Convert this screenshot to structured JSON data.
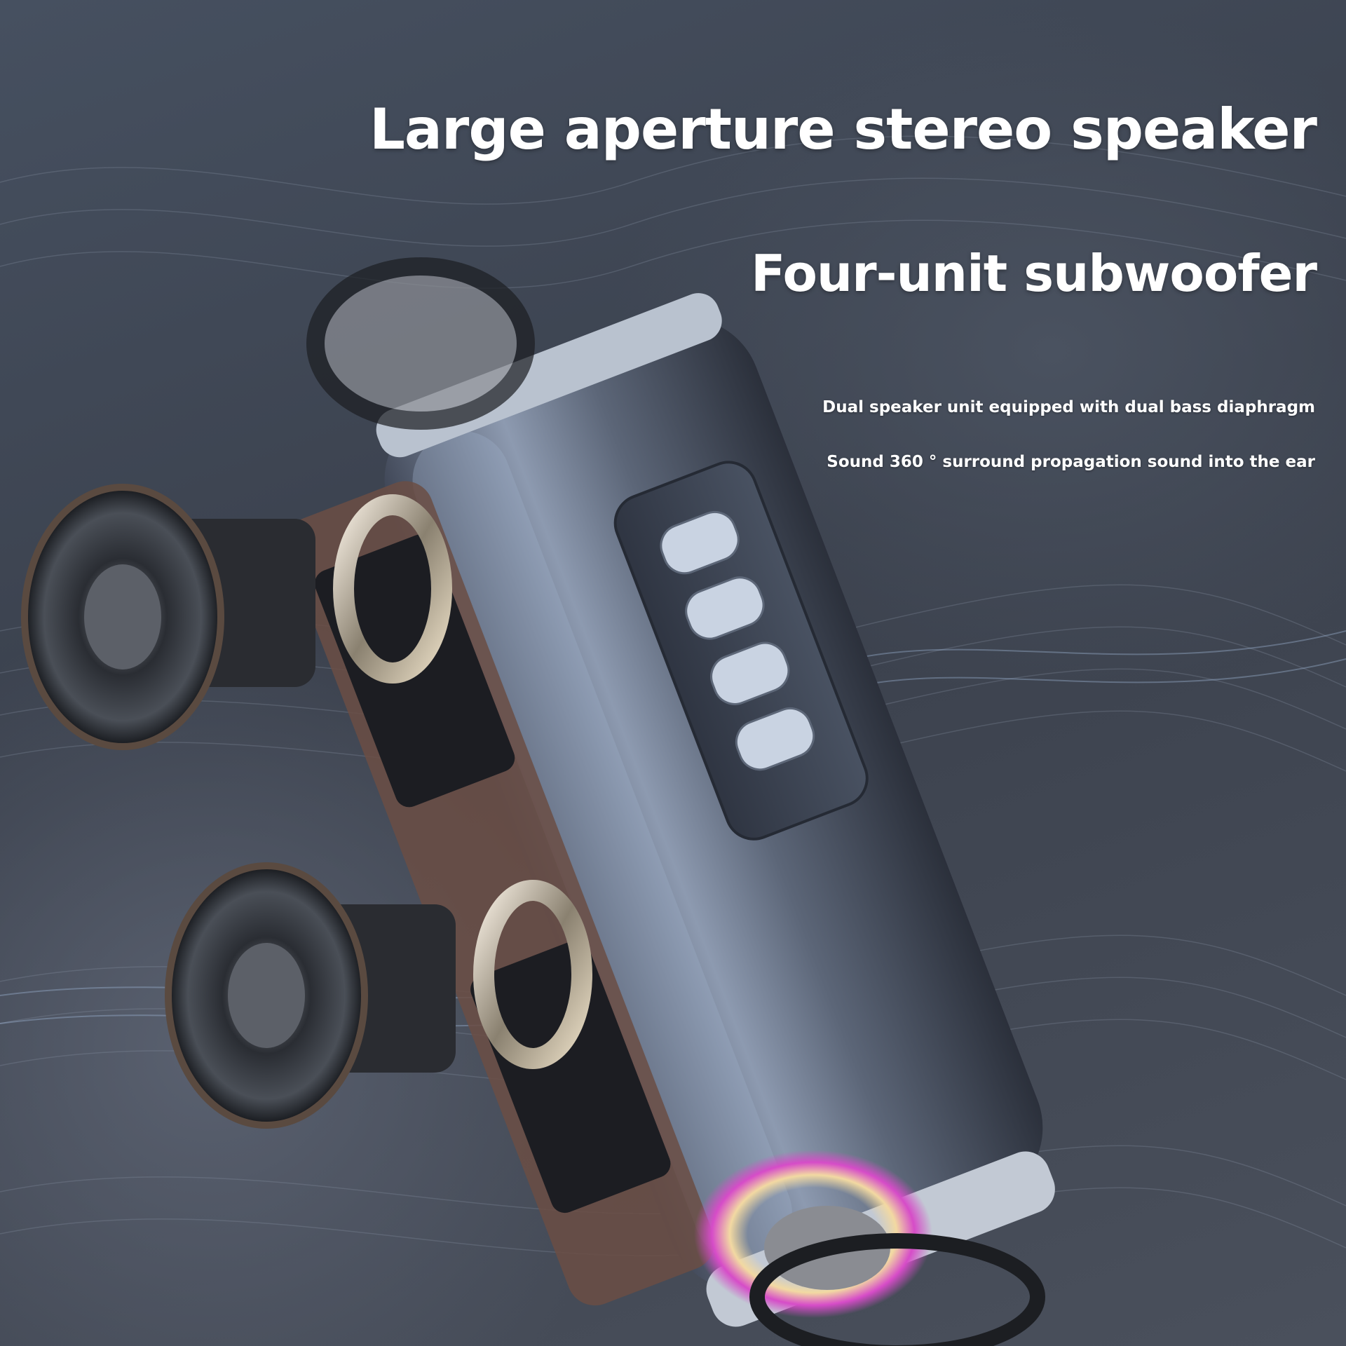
{
  "headline": {
    "title": "Large aperture stereo speaker",
    "subtitle": "Four-unit subwoofer"
  },
  "features": [
    "Dual speaker unit equipped with dual bass diaphragm",
    "Sound 360 ° surround propagation sound into the ear"
  ],
  "colors": {
    "background": "#3b4250",
    "text": "#ffffff",
    "speaker_body": "#6f7c90",
    "light_ring": "#f2d9a2",
    "light_glow": "#d64cc8"
  }
}
